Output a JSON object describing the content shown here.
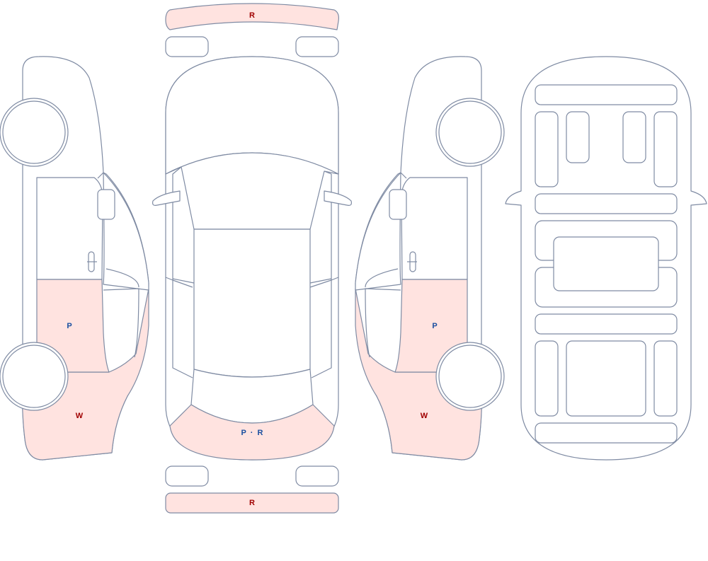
{
  "colors": {
    "outline": "#7f8ba3",
    "highlight_fill": "#ffe3e0",
    "label_red": "#a00000",
    "label_blue": "#1a4fa0"
  },
  "labels": {
    "front_bumper": "R",
    "rear_bumper": "R",
    "left_front_door": "P",
    "left_rear_quarter": "W",
    "right_front_door": "P",
    "right_rear_quarter": "W",
    "trunk_lid_prefix": "P",
    "trunk_lid_separator": "·",
    "trunk_lid_suffix": "R"
  }
}
